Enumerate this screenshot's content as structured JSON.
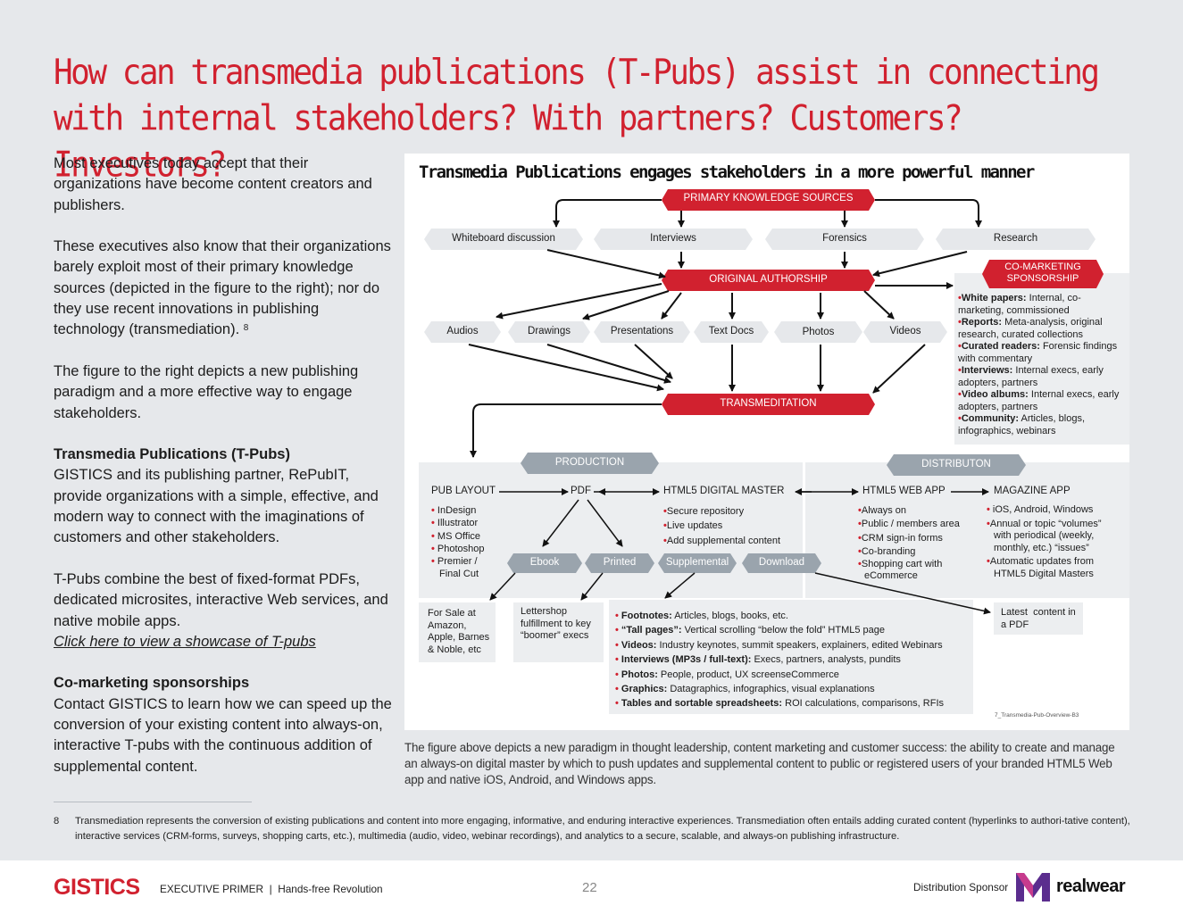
{
  "title": "How can transmedia publications (T-Pubs) assist in connecting with internal stakeholders? With partners? Customers? Investors?",
  "left": {
    "p1": "Most executives today accept that their organizations have become content creators and publishers.",
    "p2": "These executives also know that their organizations barely exploit most of their primary knowledge sources (depicted in the figure to the right); nor do they use recent innovations in publishing technology (transmediation).",
    "p2_ref": "8",
    "p3": "The figure to the right depicts a new publishing paradigm and a more effective way to engage stakeholders.",
    "h1": "Transmedia Publications (T-Pubs)",
    "p4": "GISTICS and its publishing partner, RePubIT, provide organizations with a simple, effective, and modern way to connect with the imaginations of customers and other stakeholders.",
    "p5": "T-Pubs combine the best of fixed-format PDFs, dedicated microsites, interactive Web services, and native mobile apps.",
    "link": "Click here to view a showcase of T-pubs",
    "h2": "Co-marketing sponsorships",
    "p6": "Contact GISTICS to learn how we can speed up the conversion of your existing content into always-on, interactive T-pubs with the continuous addition of supplemental content."
  },
  "figure": {
    "title": "Transmedia Publications engages stakeholders in a more powerful manner",
    "primary": "PRIMARY KNOWLEDGE SOURCES",
    "sources": [
      "Whiteboard discussion",
      "Interviews",
      "Forensics",
      "Research"
    ],
    "authorship": "ORIGINAL AUTHORSHIP",
    "comarketing": "CO-MARKETING SPONSORSHIP",
    "formats": [
      "Audios",
      "Drawings",
      "Presentations",
      "Text Docs",
      "Photos",
      "Videos"
    ],
    "transmeditation": "TRANSMEDITATION",
    "co_items": [
      {
        "b": "White papers:",
        "t": " Internal, co-marketing, commissioned"
      },
      {
        "b": "Reports:",
        "t": " Meta-analysis, original research, curated collections"
      },
      {
        "b": "Curated readers:",
        "t": " Forensic findings with commentary"
      },
      {
        "b": "Interviews:",
        "t": " Internal execs, early adopters, partners"
      },
      {
        "b": "Video albums:",
        "t": " Internal execs, early adopters, partners"
      },
      {
        "b": "Community:",
        "t": " Articles, blogs, infographics, webinars"
      }
    ],
    "production": "PRODUCTION",
    "distribution": "DISTRIBUTON",
    "pub_layout": "PUB LAYOUT",
    "pdf": "PDF",
    "html5_master": "HTML5 DIGITAL MASTER",
    "html5_web": "HTML5 WEB APP",
    "magazine": "MAGAZINE APP",
    "pub_items": [
      "InDesign",
      "Illustrator",
      "MS Office",
      "Photoshop",
      "Premier / Final Cut"
    ],
    "master_items": [
      "Secure repository",
      "Live updates",
      "Add supplemental content"
    ],
    "web_items": [
      "Always on",
      "Public / members area",
      "CRM sign-in forms",
      "Co-branding",
      "Shopping cart with eCommerce"
    ],
    "mag_items": [
      "iOS, Android, Windows",
      "Annual or topic “volumes” with periodical (weekly, monthly, etc.) “issues”",
      "Automatic updates from HTML5 Digital Masters"
    ],
    "ebook": "Ebook",
    "printed": "Printed",
    "supplemental": "Supplemental",
    "download": "Download",
    "for_sale": "For Sale at Amazon, Apple, Barnes & Noble, etc",
    "lettershop": "Lettershop fulfillment to key “boomer” execs",
    "latest": "Latest  content in a PDF",
    "supp_items": [
      {
        "b": "Footnotes:",
        "t": " Articles, blogs, books, etc."
      },
      {
        "b": "“Tall pages”:",
        "t": " Vertical scrolling “below the fold” HTML5 page"
      },
      {
        "b": "Videos:",
        "t": " Industry keynotes, summit speakers, explainers, edited Webinars"
      },
      {
        "b": "Interviews (MP3s / full-text):",
        "t": " Execs, partners, analysts, pundits"
      },
      {
        "b": "Photos:",
        "t": " People, product, UX screenseCommerce"
      },
      {
        "b": "Graphics:",
        "t": " Datagraphics, infographics, visual explanations"
      },
      {
        "b": "Tables and sortable spreadsheets:",
        "t": " ROI calculations, comparisons, RFIs"
      }
    ],
    "tag": "7_Transmedia-Pub-Overview-B3"
  },
  "caption": "The figure above depicts a new paradigm in thought leadership, content marketing and customer success: the ability to create and manage an always-on digital master by which to push updates and supplemental content to public or registered users of your branded HTML5 Web app and native iOS, Android, and Windows apps.",
  "footnote": {
    "num": "8",
    "text": "Transmediation represents the conversion of existing publications and content into more engaging, informative, and enduring interactive experiences. Transmediation often entails adding curated content (hyperlinks to authori-tative content), interactive services (CRM-forms, surveys, shopping carts, etc.), multimedia (audio, video, webinar recordings), and analytics to a secure, scalable, and always-on publishing infrastructure."
  },
  "footer": {
    "logo": "GISTICS",
    "primer": "EXECUTIVE PRIMER  |  Hands-free Revolution",
    "page": "22",
    "sponsor": "Distribution Sponsor",
    "brand": "realwear"
  },
  "colors": {
    "accent": "#d1212f",
    "gray_banner": "#9aa4ad",
    "hex_box": "#e6e8eb",
    "panel": "#eceef0"
  }
}
